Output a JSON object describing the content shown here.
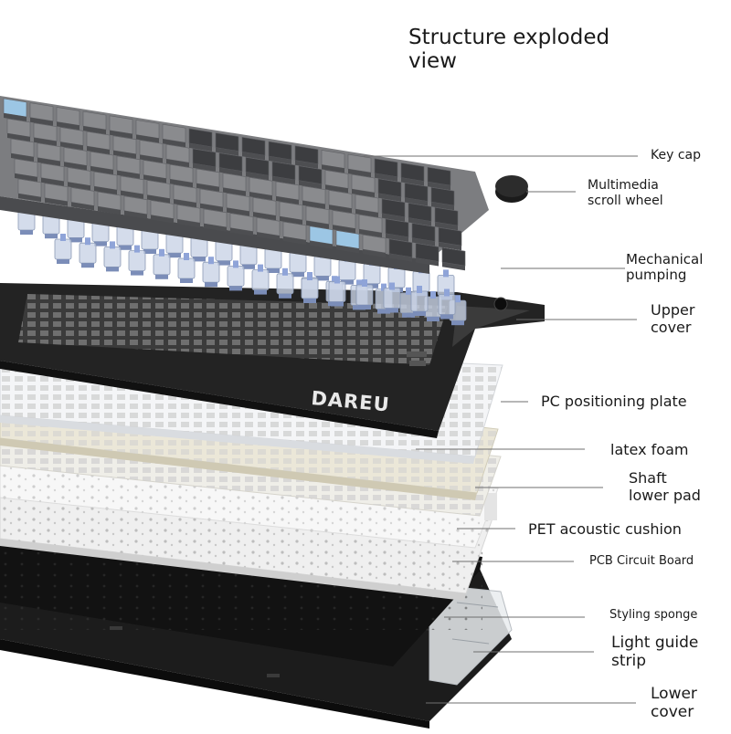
{
  "title_line1": "Structure exploded",
  "title_line2": "view",
  "brand": "DAREU",
  "components": [
    {
      "id": "key-cap",
      "lines": [
        "Key cap"
      ]
    },
    {
      "id": "multimedia-scroll-wheel",
      "lines": [
        "Multimedia",
        "scroll wheel"
      ]
    },
    {
      "id": "mechanical-pumping",
      "lines": [
        "Mechanical",
        "pumping"
      ]
    },
    {
      "id": "upper-cover",
      "lines": [
        "Upper",
        "cover"
      ]
    },
    {
      "id": "pc-positioning-plate",
      "lines": [
        "PC positioning plate"
      ]
    },
    {
      "id": "latex-foam",
      "lines": [
        "latex foam"
      ]
    },
    {
      "id": "shaft-lower-pad",
      "lines": [
        "Shaft",
        "lower pad"
      ]
    },
    {
      "id": "pet-acoustic-cushion",
      "lines": [
        "PET acoustic cushion"
      ]
    },
    {
      "id": "pcb-circuit-board",
      "lines": [
        "PCB Circuit Board"
      ]
    },
    {
      "id": "styling-sponge",
      "lines": [
        "Styling sponge"
      ]
    },
    {
      "id": "light-guide-strip",
      "lines": [
        "Light guide",
        "strip"
      ]
    },
    {
      "id": "lower-cover",
      "lines": [
        "Lower",
        "cover"
      ]
    }
  ]
}
